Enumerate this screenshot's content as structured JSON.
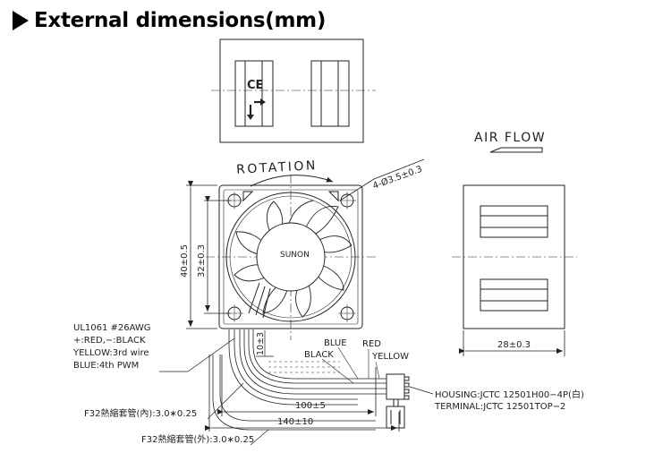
{
  "header": {
    "title": "External dimensions(mm)"
  },
  "top_view": {
    "ce_mark": "CE"
  },
  "front_view": {
    "rotation_label": "ROTATION",
    "brand": "SUNON",
    "hole_dim": "4-Ø3.5±0.3",
    "height_outer": "40±0.5",
    "height_inner": "32±0.3",
    "lead_dim": "10±3"
  },
  "airflow": {
    "label": "AIR FLOW"
  },
  "side_view": {
    "width_dim": "28±0.3"
  },
  "wire_notes": {
    "line1": "UL1061  #26AWG",
    "line2": "+:RED,−:BLACK",
    "line3": "YELLOW:3rd  wire",
    "line4": "BLUE:4th  PWM"
  },
  "wire_colors": {
    "blue": "BLUE",
    "black": "BLACK",
    "red": "RED",
    "yellow": "YELLOW"
  },
  "sleeves": {
    "inner": "F32熱縮套管(內):3.0∗0.25",
    "outer": "F32熱縮套管(外):3.0∗0.25"
  },
  "lengths": {
    "l100": "100±5",
    "l140": "140±10"
  },
  "connector": {
    "housing": "HOUSING:JCTC  12501H00−4P(白)",
    "terminal": "TERMINAL:JCTC  12501TOP−2"
  }
}
